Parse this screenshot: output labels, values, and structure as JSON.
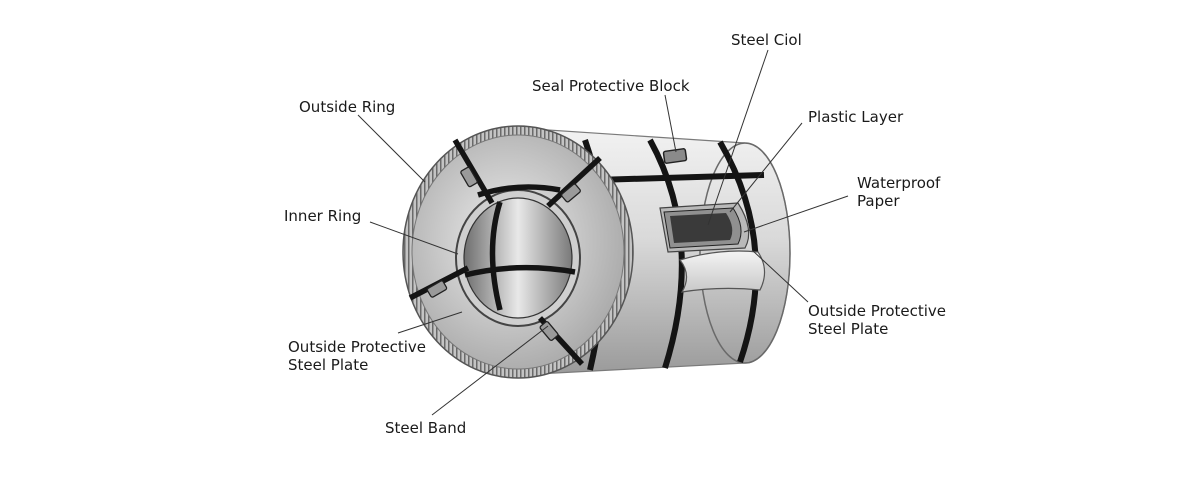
{
  "labels": {
    "steel_coil": "Steel Ciol",
    "seal_block": "Seal Protective Block",
    "outside_ring": "Outside Ring",
    "plastic_layer": "Plastic Layer",
    "waterproof_paper_1": "Waterproof",
    "waterproof_paper_2": "Paper",
    "inner_ring": "Inner Ring",
    "outside_plate_right_1": "Outside Protective",
    "outside_plate_right_2": "Steel Plate",
    "outside_plate_left_1": "Outside Protective",
    "outside_plate_left_2": "Steel Plate",
    "steel_band": "Steel Band"
  },
  "colors": {
    "body_light": "#e6e6e6",
    "body_mid": "#bdbdbd",
    "body_dark": "#8a8a8a",
    "band": "#141414",
    "leader": "#333333"
  }
}
